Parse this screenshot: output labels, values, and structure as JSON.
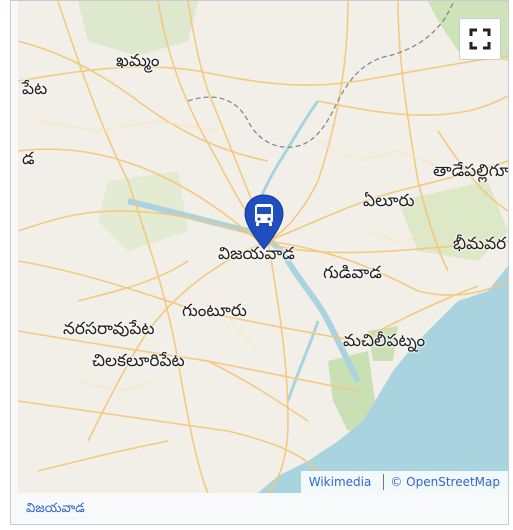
{
  "map": {
    "cities": {
      "khammam": "ఖమ్మం",
      "peta": "పేట",
      "da": "డ",
      "tadepalligudem": "తాడేపల్లిగూ",
      "eluru": "ఏలూరు",
      "vijayawada": "విజయవాడ",
      "bhimavaram": "భీమవర",
      "gudivada": "గుడివాడ",
      "guntur": "గుంటూరు",
      "narasaraopet": "నరసరావుపేట",
      "machilipatnam": "మచిలీపట్నం",
      "chilakaluripet": "చిలకలూరిపేట"
    },
    "marker_icon": "bus-stop-icon",
    "fullscreen_icon": "fullscreen-icon",
    "colors": {
      "land": "#f2efe9",
      "water": "#a9d3df",
      "roads": "#f4c77b",
      "marker": "#1f4fbf",
      "link": "#3366cc"
    }
  },
  "attribution": {
    "wikimedia": "Wikimedia",
    "osm": "© OpenStreetMap"
  },
  "caption": "విజయవాడ"
}
